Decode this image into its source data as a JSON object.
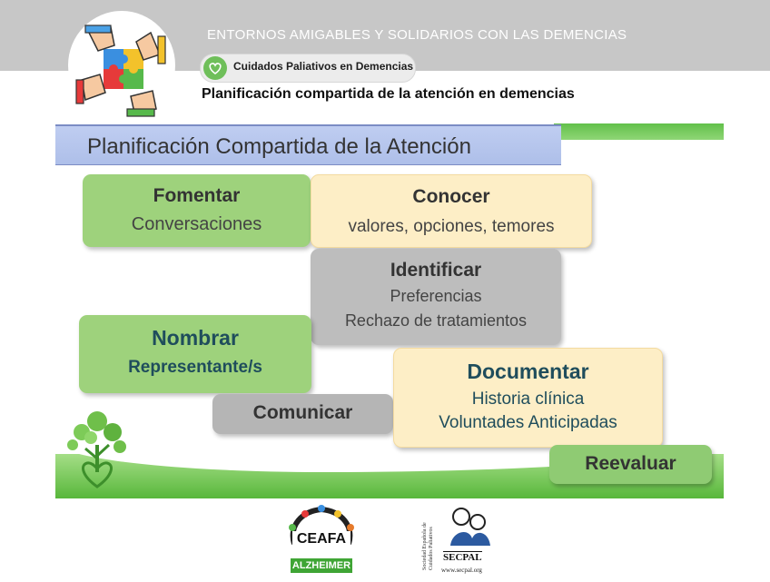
{
  "header": {
    "top_title": "ENTORNOS AMIGABLES Y SOLIDARIOS CON LAS DEMENCIAS",
    "pill_label": "Cuidados Paliativos en Demencias",
    "subtitle": "Planificación compartida de la atención en demencias"
  },
  "slide": {
    "title": "Planificación Compartida de la Atención",
    "cards": {
      "fomentar": {
        "title": "Fomentar",
        "sub": "Conversaciones"
      },
      "conocer": {
        "title": "Conocer",
        "sub": "valores, opciones, temores"
      },
      "identificar": {
        "title": "Identificar",
        "sub1": "Preferencias",
        "sub2": "Rechazo de tratamientos"
      },
      "nombrar": {
        "title": "Nombrar",
        "sub": "Representante/s"
      },
      "comunicar": {
        "title": "Comunicar"
      },
      "documentar": {
        "title": "Documentar",
        "sub1": "Historia clínica",
        "sub2": "Voluntades Anticipadas"
      },
      "reevaluar": {
        "title": "Reevaluar"
      }
    }
  },
  "footer": {
    "ceafa_name": "CEAFA",
    "ceafa_sub": "ALZHEIMER",
    "secpal_name": "SECPAL",
    "secpal_vertical": "Sociedad Española de Cuidados Paliativos",
    "secpal_url": "www.secpal.org"
  },
  "colors": {
    "green_card": "#9ed27c",
    "yellow_card": "#fdeec6",
    "grey_card": "#bdbdbd",
    "header_blue": "#b6c5ee",
    "accent_green": "#5cb93d"
  },
  "icons": [
    "puzzle-hands-logo",
    "heart-hands-icon",
    "tree-heart-icon",
    "ceafa-logo",
    "secpal-logo"
  ]
}
